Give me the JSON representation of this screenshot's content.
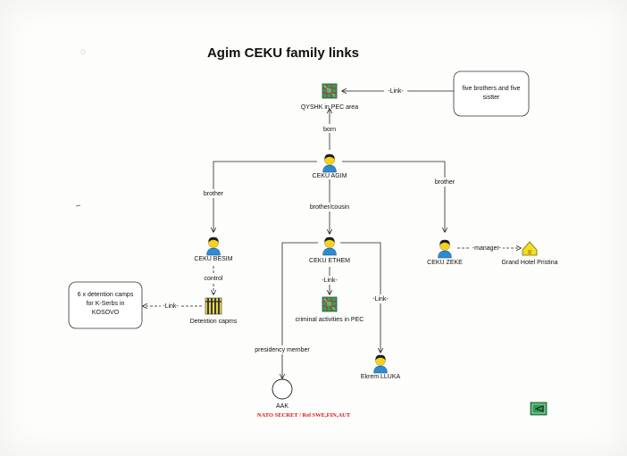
{
  "title": "Agim CEKU family links",
  "nodes": {
    "qyshk": "QYSHK in PEC area",
    "five_brothers": [
      "five brothers and five",
      "sistter"
    ],
    "agim": "CEKU AGIM",
    "besim": "CEKU BESIM",
    "ethem": "CEKU ETHEM",
    "zeke": "CEKU ZEKE",
    "hotel": "Grand Hotel Pristina",
    "detention": "Detention capms",
    "detention_note": [
      "6 x detention camps",
      "for K-Serbs in",
      "KOSOVO"
    ],
    "criminal": "criminal activities in PEC",
    "lluka": "Ekrem LLUKA",
    "aak": "AAK"
  },
  "edges": {
    "link": "Link",
    "born": "born",
    "brother": "brother",
    "brother_cousin": "brother/cousin",
    "manager": "manager",
    "control": "control",
    "presidency": "presidency member"
  },
  "classification": "NATO SECRET / Rel SWE,FIN,AUT",
  "icons": {
    "person": "person-icon",
    "map": "map-icon",
    "house": "house-icon",
    "camp": "detention-camp-icon",
    "org": "organization-circle-icon",
    "nav": "back-arrow-icon"
  },
  "colors": {
    "skin": "#f4d21f",
    "hair": "#1e1e1e",
    "shirt": "#2f8bd0",
    "map_fill": "#3a9a5c",
    "map_grid": "#c02828",
    "house": "#f2de22",
    "camp": "#2a2a2a",
    "nav": "#2e9b55",
    "classification": "#d01818"
  }
}
